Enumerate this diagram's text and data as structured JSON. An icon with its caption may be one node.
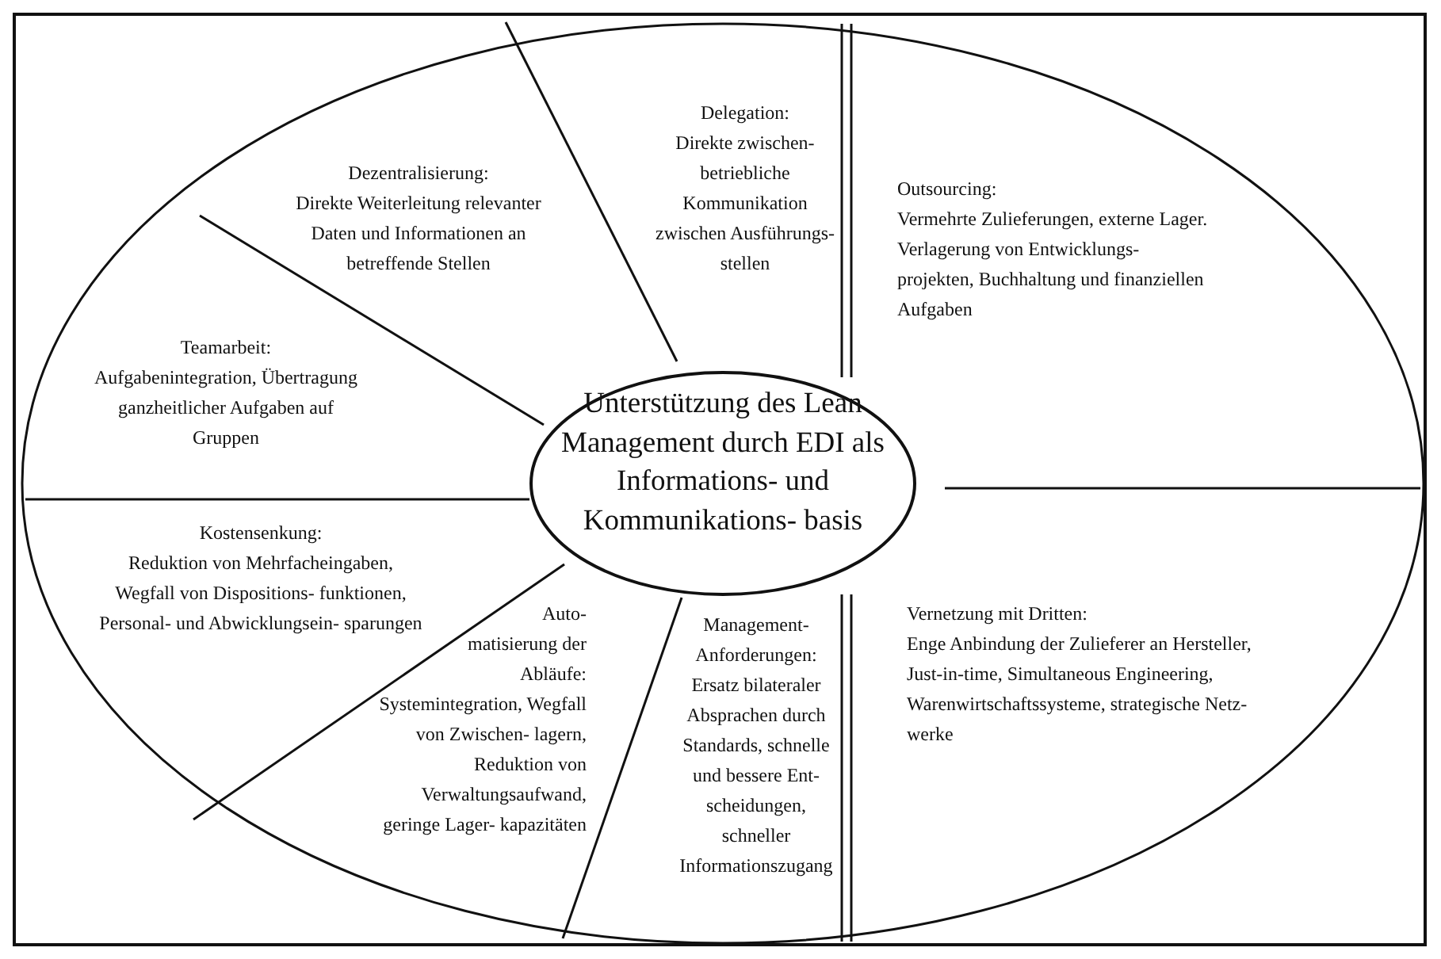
{
  "diagram": {
    "nodes": [
      {
        "text": [
          "Dezentralisierung:",
          "Direkte Weiterleitung relevanter Daten und Informationen an betreffende Stellen"
        ]
      },
      {
        "text": [
          "Delegation:",
          "Direkte zwischen- betriebliche Kommunikation zwischen Ausführungs- stellen"
        ]
      },
      {
        "text": [
          "Outsourcing:",
          "Vermehrte Zulieferungen, externe Lager. Verlagerung von Entwicklungs- projekten, Buchhaltung und finanziellen Aufgaben"
        ]
      },
      {
        "text": [
          "Teamarbeit:",
          "Aufgabenintegration, Übertragung ganzheitlicher Aufgaben auf Gruppen"
        ]
      },
      {
        "text": [
          "Unterstützung des Lean Management durch EDI als Informations- und Kommunikations- basis"
        ]
      },
      {
        "text": [
          "Kostensenkung:",
          "Reduktion von Mehrfacheingaben, Wegfall von Dispositions- funktionen, Personal- und Abwicklungsein- sparungen"
        ]
      },
      {
        "text": [
          "Auto- matisierung der Abläufe:",
          "Systemintegration, Wegfall von Zwischen- lagern, Reduktion von Verwaltungsaufwand, geringe Lager- kapazitäten"
        ]
      },
      {
        "text": [
          "Management- Anforderungen:",
          "Ersatz bilateraler Absprachen durch Standards, schnelle und bessere Ent- scheidungen, schneller Informationszugang"
        ]
      },
      {
        "text": [
          "Vernetzung mit Dritten:",
          "Enge Anbindung der Zulieferer an Hersteller, Just-in-time, Simultaneous Engineering, Warenwirtschaftssysteme, strategische Netz- werke"
        ]
      }
    ]
  }
}
